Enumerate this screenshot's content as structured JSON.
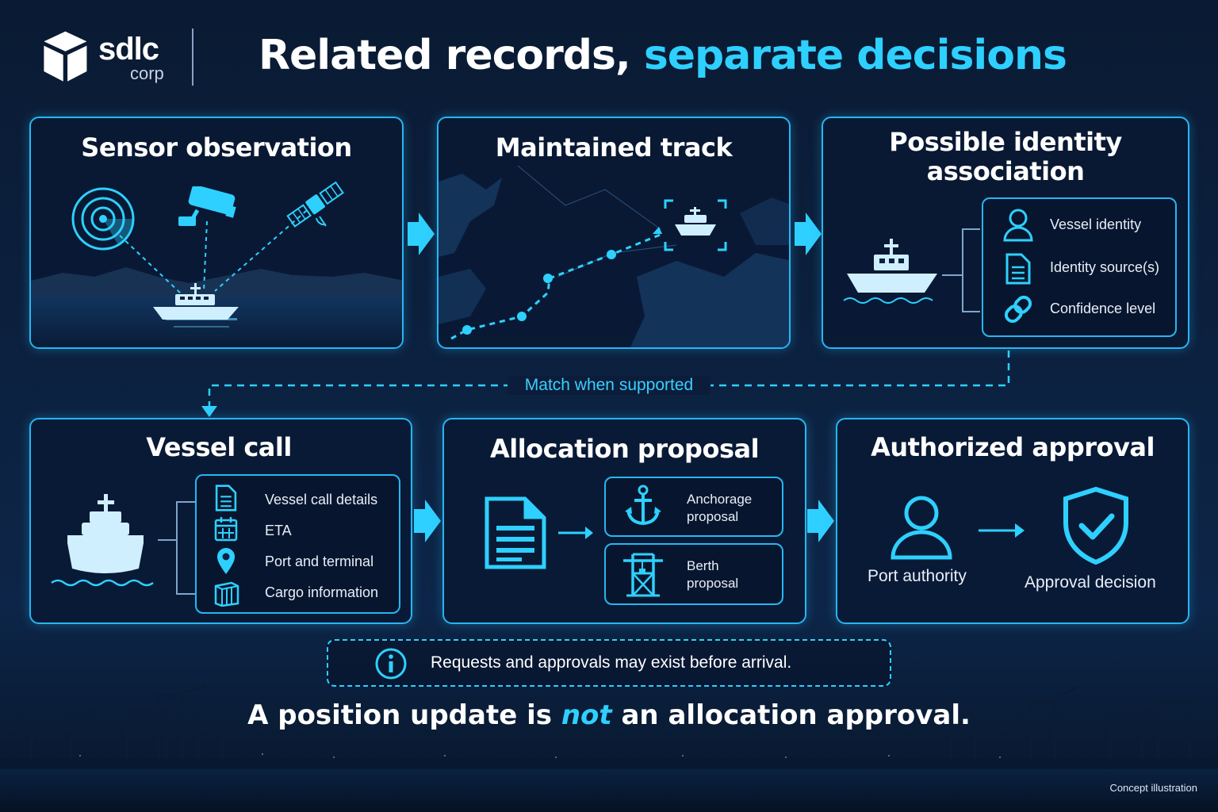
{
  "header": {
    "logo_text": "sdlc",
    "logo_sub": "corp",
    "title_main": "Related records, ",
    "title_highlight": "separate decisions"
  },
  "panels": {
    "sensor": {
      "title": "Sensor observation"
    },
    "track": {
      "title": "Maintained track"
    },
    "identity": {
      "title_line1": "Possible identity",
      "title_line2": "association",
      "items": [
        "Vessel identity",
        "Identity source(s)",
        "Confidence level"
      ]
    },
    "vessel_call": {
      "title": "Vessel call",
      "items": [
        "Vessel call details",
        "ETA",
        "Port and terminal",
        "Cargo information"
      ]
    },
    "allocation": {
      "title": "Allocation proposal",
      "anchorage_line1": "Anchorage",
      "anchorage_line2": "proposal",
      "berth_line1": "Berth",
      "berth_line2": "proposal"
    },
    "approval": {
      "title": "Authorized approval",
      "actor": "Port authority",
      "decision": "Approval decision"
    }
  },
  "connector": {
    "label": "Match when supported"
  },
  "note": {
    "text": "Requests and approvals may exist before arrival."
  },
  "footer": {
    "line_pre": "A position update is ",
    "line_em": "not",
    "line_post": " an allocation approval.",
    "concept": "Concept illustration"
  },
  "colors": {
    "accent": "#2ed0ff",
    "border": "#27b6f2",
    "background": "#0c2140"
  },
  "icons": [
    "cube-logo-icon",
    "radar-icon",
    "camera-icon",
    "satellite-icon",
    "ship-icon",
    "person-icon",
    "document-icon",
    "link-icon",
    "calendar-icon",
    "location-pin-icon",
    "container-icon",
    "anchor-icon",
    "crane-icon",
    "shield-check-icon",
    "info-icon"
  ]
}
